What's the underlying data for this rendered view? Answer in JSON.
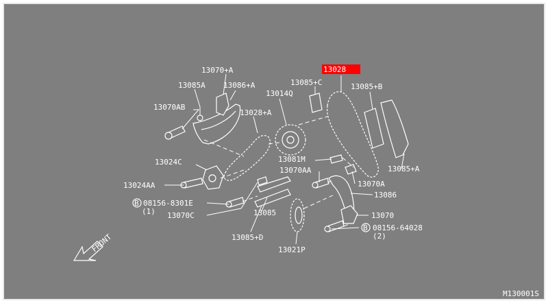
{
  "diagram": {
    "code": "M130001S",
    "highlight_color": "#ff0000",
    "background_color": "#7f7f7f",
    "line_color": "#ffffff",
    "labels": {
      "p13070_a": "13070+A",
      "p13085a": "13085A",
      "p13086_a": "13086+A",
      "p13070ab": "13070AB",
      "p13028": "13028",
      "p13085_c": "13085+C",
      "p13085_b": "13085+B",
      "p13014q": "13014Q",
      "p13028_a": "13028+A",
      "p13024c": "13024C",
      "p13081m": "13081M",
      "p13070aa": "13070AA",
      "p13070a": "13070A",
      "p13085_a": "13085+A",
      "p13024aa": "13024AA",
      "p13086": "13086",
      "p08156_8301e": "08156-8301E",
      "p08156_8301e_qty": "(1)",
      "p13070c": "13070C",
      "p13085": "13085",
      "p13070": "13070",
      "p08156_64028": "08156-64028",
      "p08156_64028_qty": "(2)",
      "p13085_d": "13085+D",
      "p13021p": "13021P",
      "front": "FRONT",
      "bolt_symbol": "B"
    }
  }
}
